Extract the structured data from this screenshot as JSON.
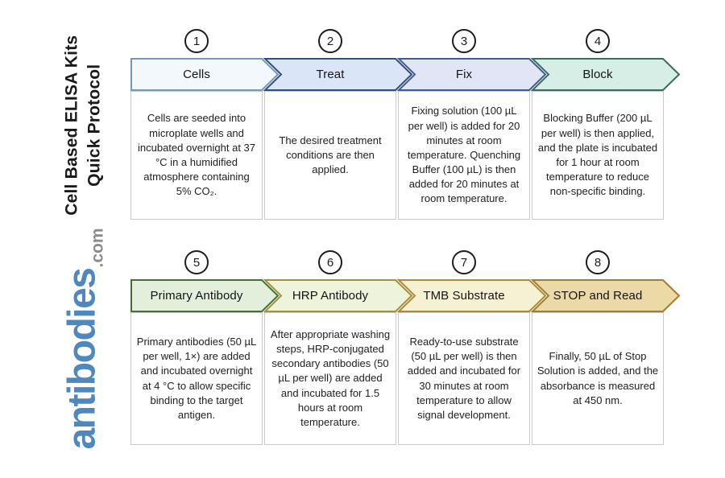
{
  "branding": {
    "title_line1": "Cell Based ELISA Kits",
    "title_line2": "Quick Protocol",
    "logo_text": "antibodies",
    "logo_suffix": ".com",
    "logo_color": "#4e88bf",
    "logo_suffix_color": "#8b8b8b"
  },
  "steps": [
    {
      "number": "1",
      "label": "Cells",
      "body": "Cells are seeded into microplate wells and incubated overnight at 37 °C in a humidified atmosphere containing 5% CO₂.",
      "fill": "#f3f8fc",
      "border": "#7597bb"
    },
    {
      "number": "2",
      "label": "Treat",
      "body": "The desired treatment conditions are then applied.",
      "fill": "#dbe5f8",
      "border": "#2f4f83"
    },
    {
      "number": "3",
      "label": "Fix",
      "body": "Fixing solution (100 µL per well) is added for 20 minutes at room temperature. Quenching Buffer (100 µL) is then added for 20 minutes at room temperature.",
      "fill": "#e1e6f7",
      "border": "#3c5c92"
    },
    {
      "number": "4",
      "label": "Block",
      "body": "Blocking Buffer (200 µL per well) is then applied, and the plate is incubated for 1 hour at room temperature to reduce non-specific binding.",
      "fill": "#d6eee6",
      "border": "#3c6b60"
    },
    {
      "number": "5",
      "label": "Primary Antibody",
      "body": "Primary antibodies (50 µL per well, 1×) are added and incubated overnight at 4 °C to allow specific binding to the target antigen.",
      "fill": "#e3efdb",
      "border": "#416f38"
    },
    {
      "number": "6",
      "label": "HRP Antibody",
      "body": "After appropriate washing steps, HRP-conjugated secondary antibodies (50 µL per well) are added and incubated for 1.5 hours at room temperature.",
      "fill": "#eef3db",
      "border": "#a1913f"
    },
    {
      "number": "7",
      "label": "TMB Substrate",
      "body": "Ready-to-use substrate (50 µL per well) is then added and incubated for 30 minutes at room temperature to allow signal development.",
      "fill": "#f5f1d3",
      "border": "#aa8a3c"
    },
    {
      "number": "8",
      "label": "STOP and Read",
      "body": "Finally, 50 µL of Stop Solution is added, and the absorbance is measured at 450 nm.",
      "fill": "#ebd9a8",
      "border": "#9e7e30"
    }
  ]
}
